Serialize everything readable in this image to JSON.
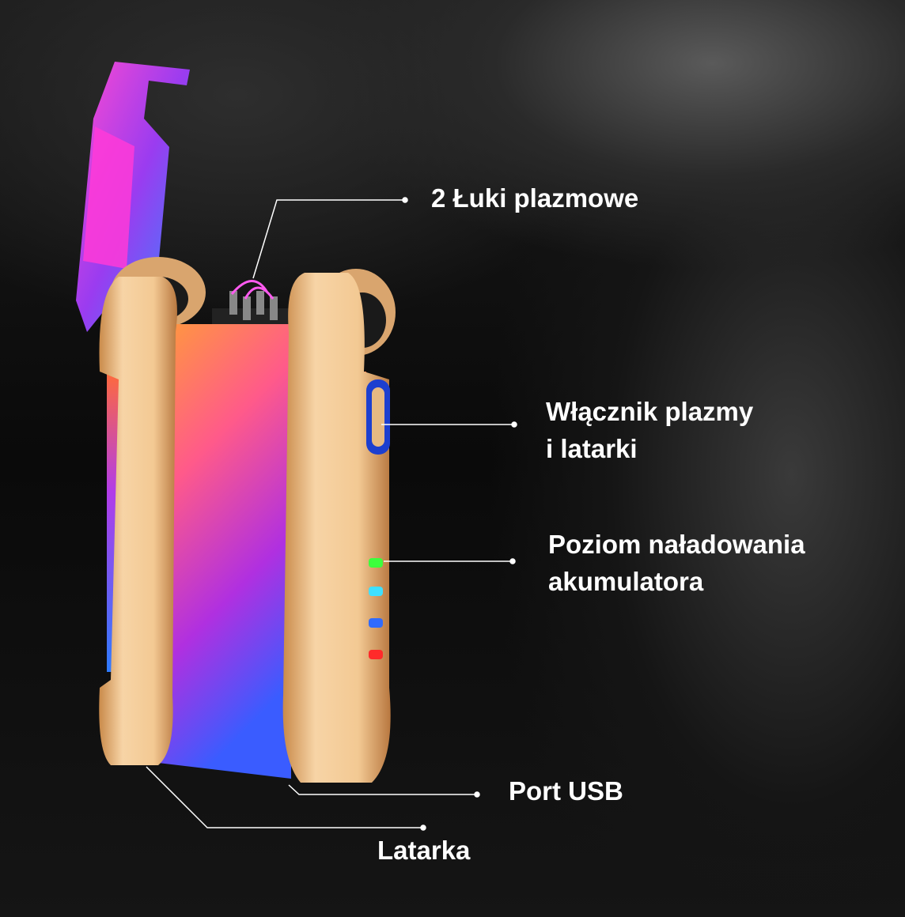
{
  "callouts": {
    "plasma_arcs": "2 Łuki plazmowe",
    "switch_line1": "Włącznik plazmy",
    "switch_line2": "i latarki",
    "battery_line1": "Poziom naładowania",
    "battery_line2": "akumulatora",
    "usb_port": "Port USB",
    "flashlight": "Latarka"
  },
  "led_colors": [
    "#3cff3c",
    "#3ee0ff",
    "#2f6bff",
    "#ff2a2a"
  ]
}
